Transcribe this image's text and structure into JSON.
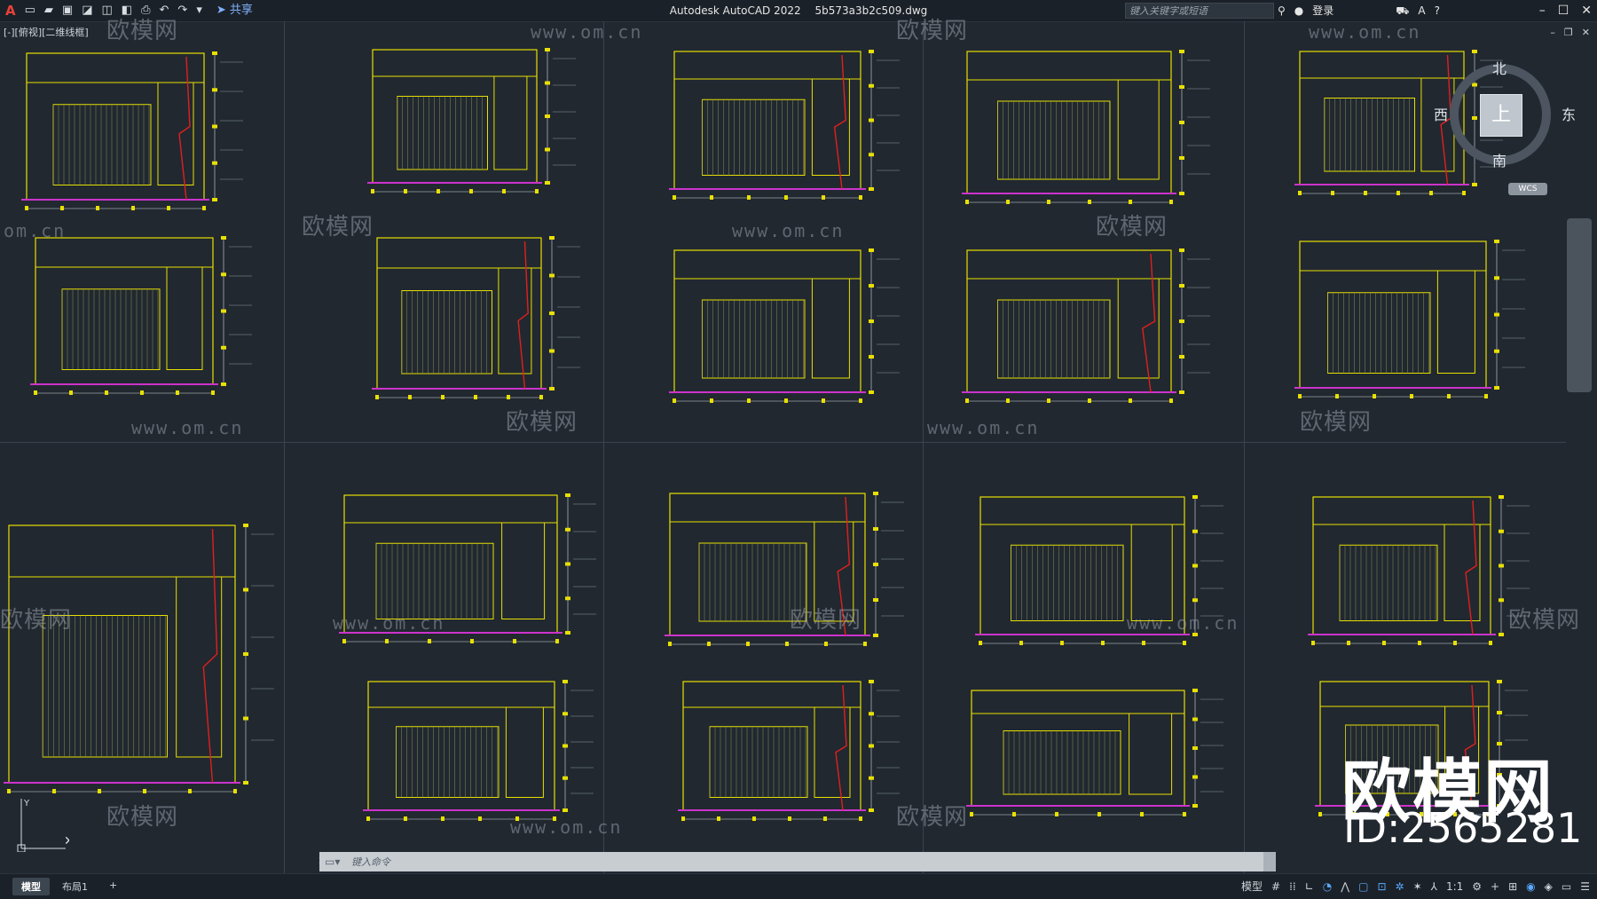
{
  "app": {
    "title": "Autodesk AutoCAD 2022",
    "filename": "5b573a3b2c509.dwg",
    "logo": "A",
    "share_label": "共享",
    "search_placeholder": "键入关键字或短语",
    "login_label": "登录"
  },
  "viewport": {
    "label": "[-][俯视][二维线框]"
  },
  "viewcube": {
    "north": "北",
    "south": "南",
    "east": "东",
    "west": "西",
    "top_face": "上",
    "wcs": "WCS"
  },
  "watermarks": {
    "brand": "欧模网",
    "url": "www.om.cn",
    "url_partial": "om.cn",
    "big_brand": "欧模网",
    "id": "ID:2565281"
  },
  "command": {
    "placeholder": "键入命令"
  },
  "layout_tabs": [
    {
      "label": "模型",
      "active": true
    },
    {
      "label": "布局1",
      "active": false
    },
    {
      "label": "+",
      "active": false
    }
  ],
  "status": {
    "model_label": "模型",
    "scale": "1:1"
  },
  "colors": {
    "background": "#212830",
    "drawing": "#e8e000",
    "accent_red": "#e0201e",
    "floor_line": "#cc33cc"
  }
}
